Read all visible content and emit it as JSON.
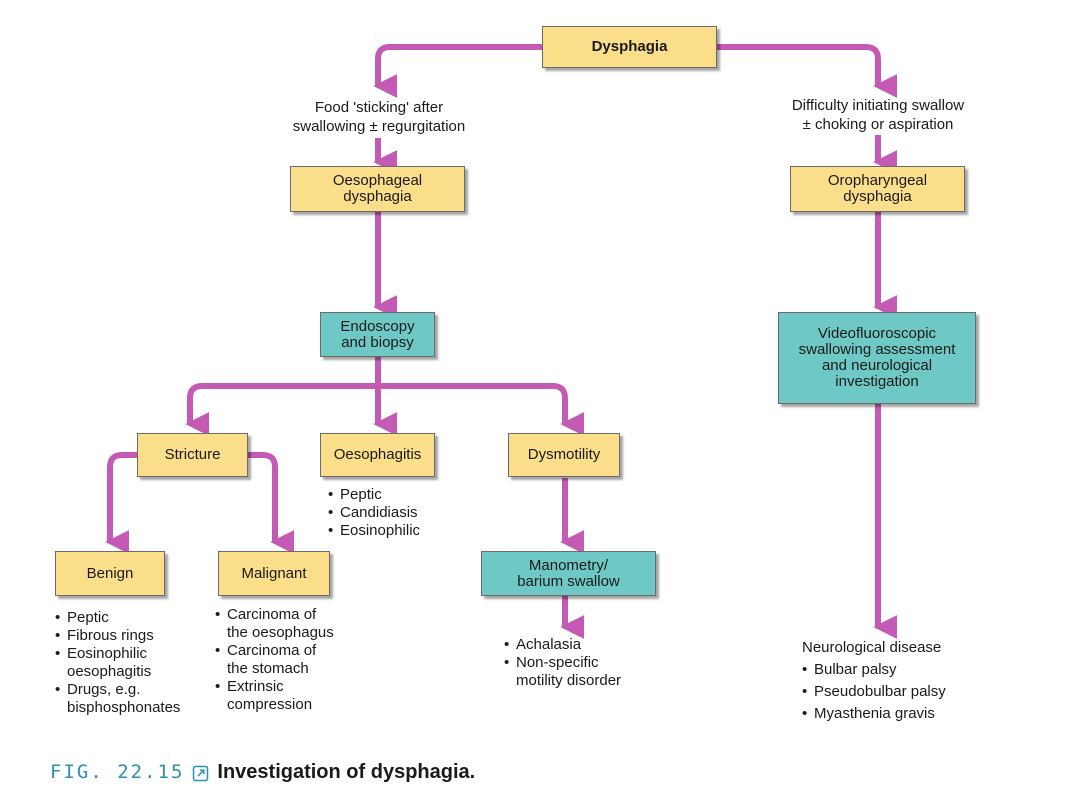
{
  "colors": {
    "arrow": "#c45ab3",
    "yellow_box": "#fbde8a",
    "teal_box": "#6ec9c6",
    "caption_accent": "#2f8fb3"
  },
  "nodes": {
    "dysphagia": "Dysphagia",
    "oesophageal": "Oesophageal\ndysphagia",
    "oropharyngeal": "Oropharyngeal\ndysphagia",
    "endoscopy": "Endoscopy\nand biopsy",
    "videofluoroscopic": "Videofluoroscopic\nswallowing assessment\nand neurological\ninvestigation",
    "stricture": "Stricture",
    "oesophagitis": "Oesophagitis",
    "dysmotility": "Dysmotility",
    "benign": "Benign",
    "malignant": "Malignant",
    "manometry": "Manometry/\nbarium swallow"
  },
  "edge_labels": {
    "left": "Food 'sticking' after\nswallowing ± regurgitation",
    "right": "Difficulty initiating swallow\n± choking or aspiration"
  },
  "lists": {
    "oesophagitis": [
      "Peptic",
      "Candidiasis",
      "Eosinophilic"
    ],
    "benign": [
      "Peptic",
      "Fibrous rings",
      "Eosinophilic\noesophagitis",
      "Drugs, e.g.\nbisphosphonates"
    ],
    "malignant": [
      "Carcinoma of\nthe oesophagus",
      "Carcinoma of\nthe stomach",
      "Extrinsic\ncompression"
    ],
    "dysmotility": [
      "Achalasia",
      "Non-specific\nmotility disorder"
    ],
    "neurological_title": "Neurological disease",
    "neurological": [
      "Bulbar palsy",
      "Pseudobulbar palsy",
      "Myasthenia gravis"
    ]
  },
  "caption": {
    "figure_number": "FIG. 22.15",
    "title": "Investigation of dysphagia.",
    "link_icon": "external-link-icon"
  }
}
